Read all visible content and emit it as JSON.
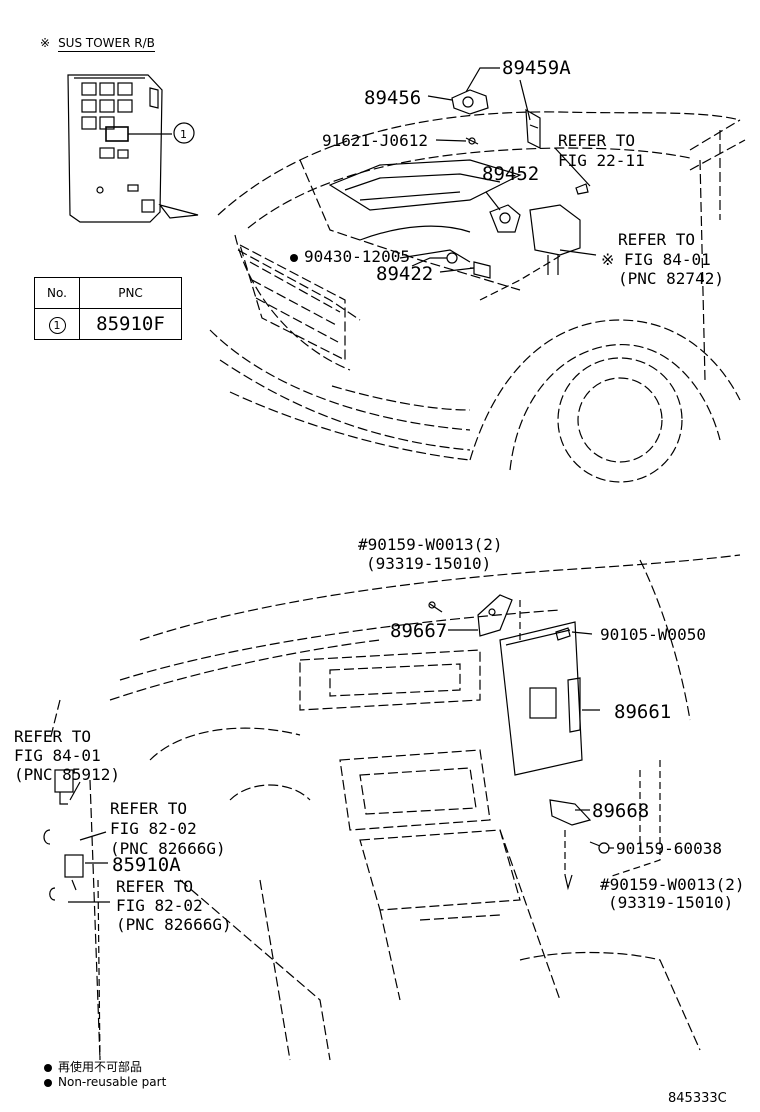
{
  "header": {
    "mark": "※",
    "title": "SUS TOWER R/B"
  },
  "pnc_table": {
    "col_no": "No.",
    "col_pnc": "PNC",
    "rows": [
      {
        "no": "1",
        "pnc": "85910F"
      }
    ]
  },
  "callout_number": "1",
  "labels": {
    "p89459A": "89459A",
    "p89456": "89456",
    "p91621": "91621-J0612",
    "refer_22_11_a": "REFER TO",
    "refer_22_11_b": "FIG 22-11",
    "p89452": "89452",
    "refer_84_01_a": "REFER TO",
    "refer_84_01_b": "※ FIG 84-01",
    "refer_84_01_c": "(PNC 82742)",
    "p90430": "90430-12005",
    "p89422": "89422",
    "p90159_w0013_top_a": "#90159-W0013(2)",
    "p90159_w0013_top_b": "(93319-15010)",
    "p89667": "89667",
    "p90105": "90105-W0050",
    "p89661": "89661",
    "refer_85912_a": "REFER TO",
    "refer_85912_b": "FIG 84-01",
    "refer_85912_c": "(PNC 85912)",
    "refer_82666_1a": "REFER TO",
    "refer_82666_1b": "FIG 82-02",
    "refer_82666_1c": "(PNC 82666G)",
    "p85910A": "85910A",
    "refer_82666_2a": "REFER TO",
    "refer_82666_2b": "FIG 82-02",
    "refer_82666_2c": "(PNC 82666G)",
    "p89668": "89668",
    "p90159_60038": "90159-60038",
    "p90159_w0013_bot_a": "#90159-W0013(2)",
    "p90159_w0013_bot_b": "(93319-15010)"
  },
  "legend": {
    "line1": "再使用不可部品",
    "line2": "Non-reusable part"
  },
  "figure_code": "845333C"
}
